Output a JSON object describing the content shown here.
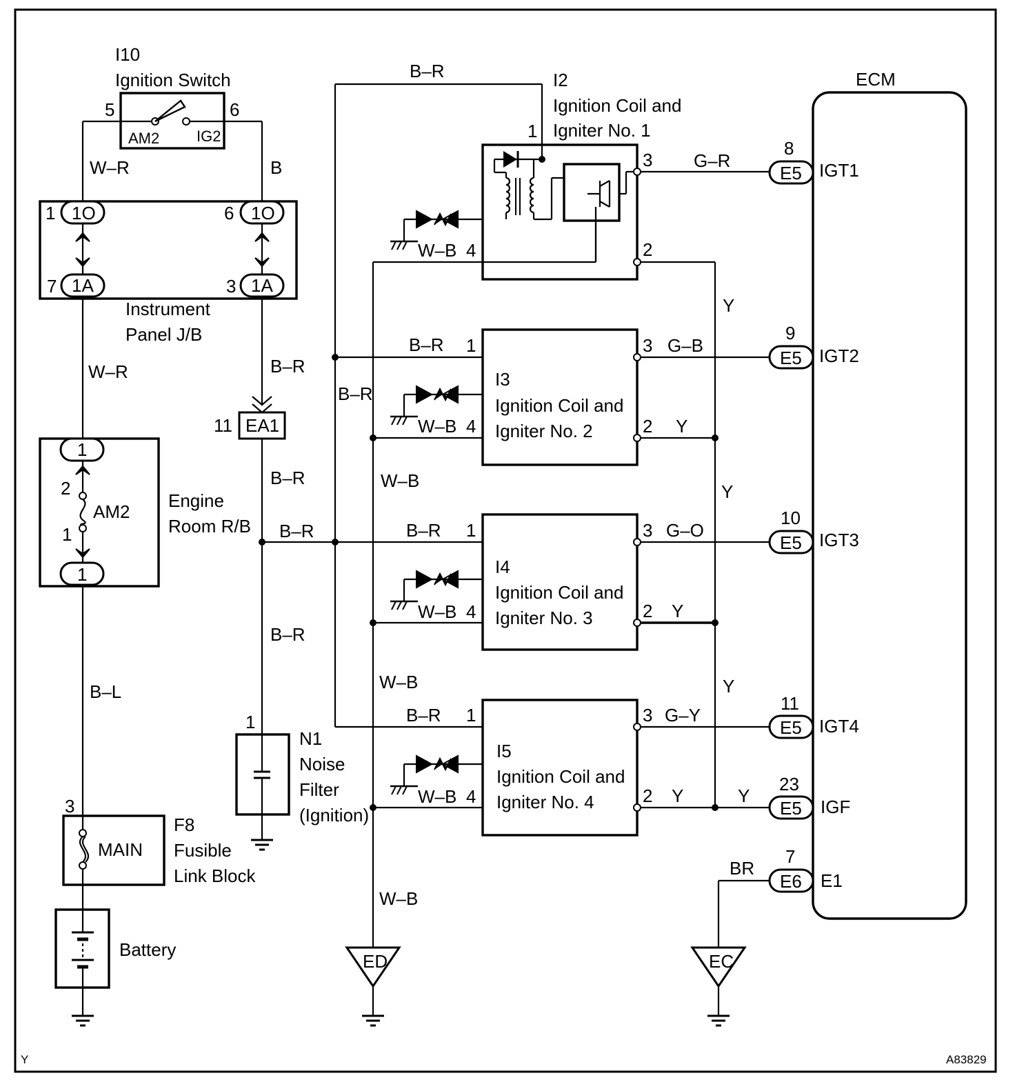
{
  "ignition_switch": {
    "id": "I10",
    "name": "Ignition Switch",
    "pin_left": "5",
    "pin_right": "6",
    "contact_left": "AM2",
    "contact_right": "IG2"
  },
  "instrument_panel_jb": {
    "name_line1": "Instrument",
    "name_line2": "Panel J/B",
    "pin_tl": "1",
    "conn_tl": "1O",
    "pin_tr": "6",
    "conn_tr": "1O",
    "pin_bl": "7",
    "conn_bl": "1A",
    "pin_br": "3",
    "conn_br": "1A"
  },
  "engine_room_rb": {
    "name_line1": "Engine",
    "name_line2": "Room R/B",
    "fuse": "AM2",
    "conn_top": "1",
    "conn_bottom": "1",
    "pin_upper": "2",
    "pin_lower": "1"
  },
  "fusible_link": {
    "id": "F8",
    "name_line1": "Fusible",
    "name_line2": "Link Block",
    "fuse": "MAIN",
    "pin": "3"
  },
  "battery": {
    "name": "Battery"
  },
  "noise_filter": {
    "id": "N1",
    "name_line1": "Noise",
    "name_line2": "Filter",
    "name_line3": "(Ignition)",
    "pin": "1"
  },
  "junction_connector": {
    "pin": "11",
    "name": "EA1"
  },
  "ecm": {
    "name": "ECM",
    "terminals": [
      {
        "num": "8",
        "conn": "E5",
        "name": "IGT1"
      },
      {
        "num": "9",
        "conn": "E5",
        "name": "IGT2"
      },
      {
        "num": "10",
        "conn": "E5",
        "name": "IGT3"
      },
      {
        "num": "11",
        "conn": "E5",
        "name": "IGT4"
      },
      {
        "num": "23",
        "conn": "E5",
        "name": "IGF"
      },
      {
        "num": "7",
        "conn": "E6",
        "name": "E1"
      }
    ]
  },
  "coils": [
    {
      "id": "I2",
      "line1": "Ignition Coil and",
      "line2": "Igniter No. 1",
      "pin1": "1",
      "pin2": "2",
      "pin3": "3",
      "pin4": "4",
      "wire3": "G–R"
    },
    {
      "id": "I3",
      "line1": "Ignition Coil and",
      "line2": "Igniter No. 2",
      "pin1": "1",
      "pin2": "2",
      "pin3": "3",
      "pin4": "4",
      "wire3": "G–B",
      "wire2": "Y"
    },
    {
      "id": "I4",
      "line1": "Ignition Coil and",
      "line2": "Igniter No. 3",
      "pin1": "1",
      "pin2": "2",
      "pin3": "3",
      "pin4": "4",
      "wire3": "G–O",
      "wire2": "Y"
    },
    {
      "id": "I5",
      "line1": "Ignition Coil and",
      "line2": "Igniter No. 4",
      "pin1": "1",
      "pin2": "2",
      "pin3": "3",
      "pin4": "4",
      "wire3": "G–Y",
      "wire2": "Y"
    }
  ],
  "wire_colors": {
    "w_r": "W–R",
    "b": "B",
    "b_r": "B–R",
    "b_l": "B–L",
    "w_b": "W–B",
    "y": "Y",
    "br": "BR"
  },
  "grounds": {
    "ed": "ED",
    "ec": "EC"
  },
  "footer": {
    "left": "Y",
    "right": "A83829"
  }
}
